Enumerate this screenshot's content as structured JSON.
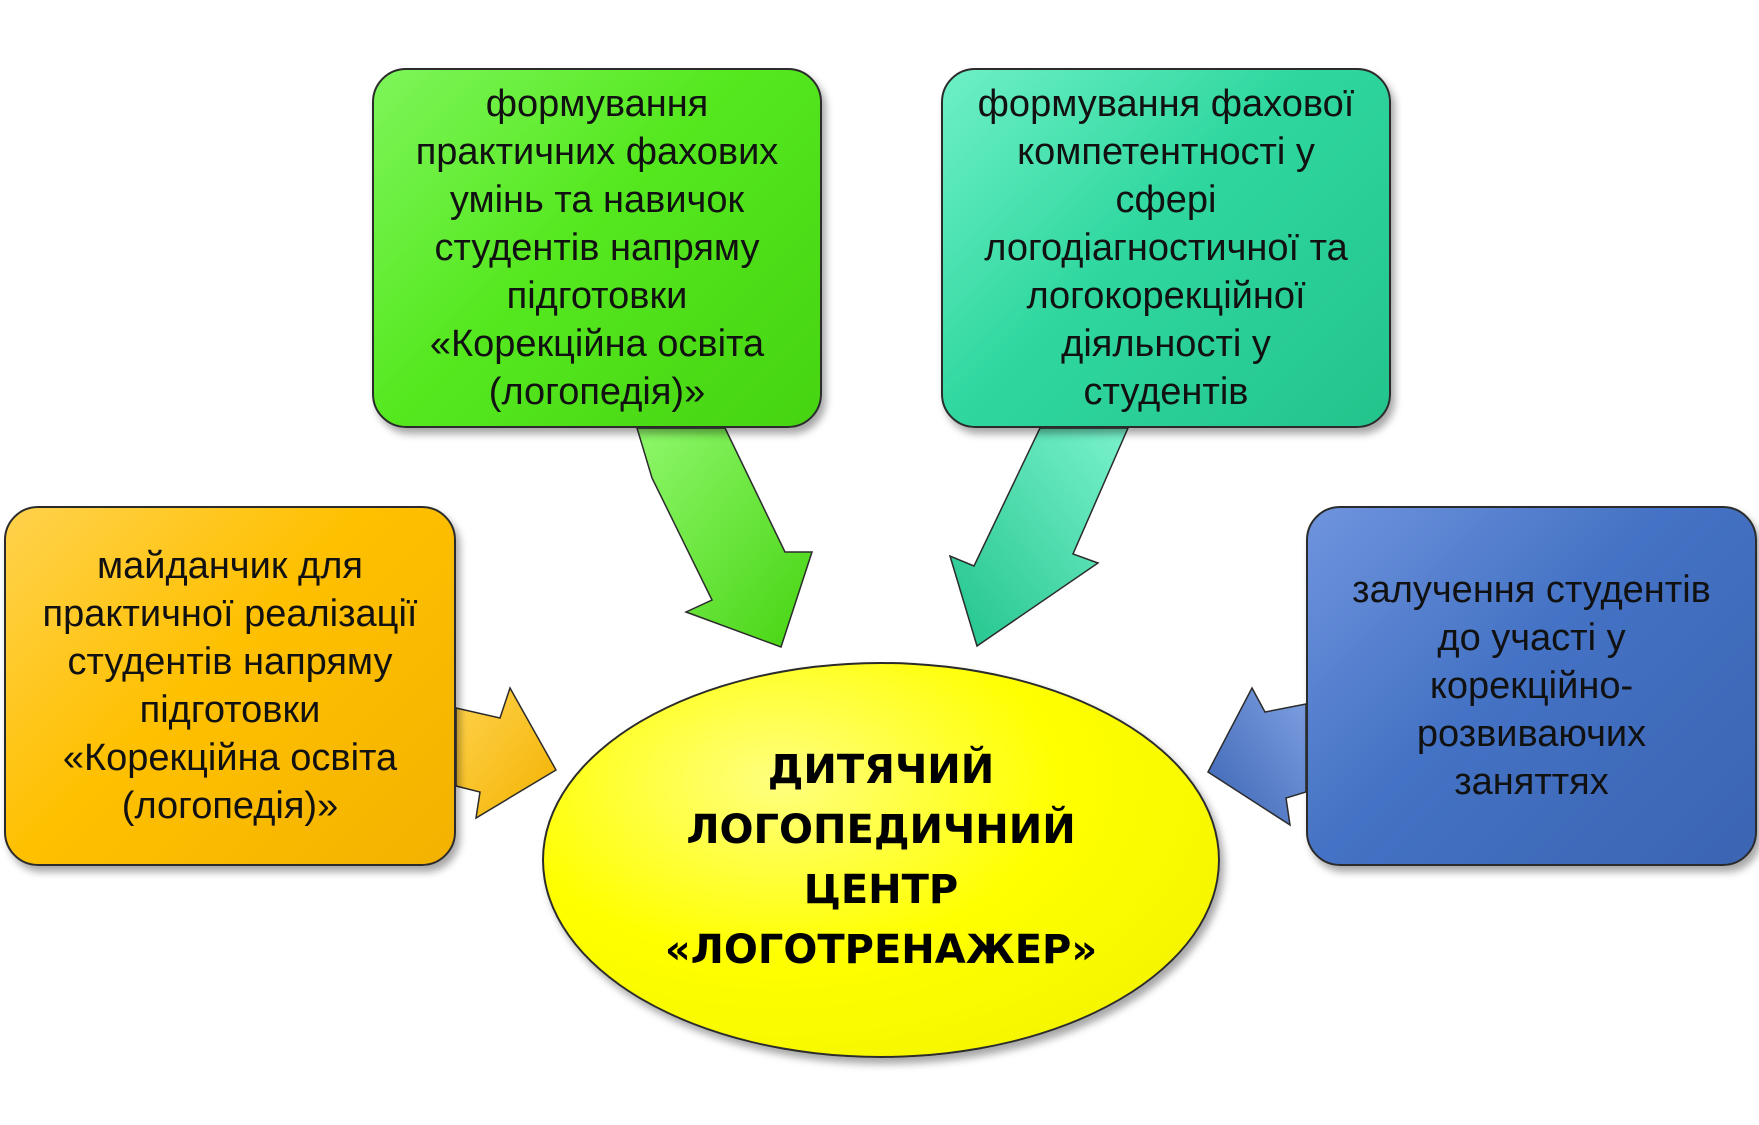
{
  "center": {
    "lines": [
      "ДИТЯЧИЙ",
      "ЛОГОПЕДИЧНИЙ",
      "ЦЕНТР",
      "«ЛОГОТРЕНАЖЕР»"
    ],
    "color": "#ffff00"
  },
  "boxes": {
    "top_left": {
      "lines": [
        "формування",
        "практичних фахових",
        "умінь та навичок",
        "студентів напряму",
        "підготовки",
        "«Корекційна освіта",
        "(логопедія)»"
      ],
      "color": "#55e81f"
    },
    "top_right": {
      "lines": [
        "формування фахової",
        "компетентності у",
        "сфері",
        "логодіагностичної та",
        "логокорекційної",
        "діяльності у",
        "студентів"
      ],
      "color": "#2fd79f"
    },
    "left": {
      "lines": [
        "майданчик для",
        "практичної реалізації",
        "студентів напряму",
        "підготовки",
        "«Корекційна освіта",
        "(логопедія)»"
      ],
      "color": "#ffc000"
    },
    "right": {
      "lines": [
        "залучення студентів",
        "до участі у",
        "корекційно-",
        "розвиваючих",
        "заняттях"
      ],
      "color": "#4472c4"
    }
  }
}
